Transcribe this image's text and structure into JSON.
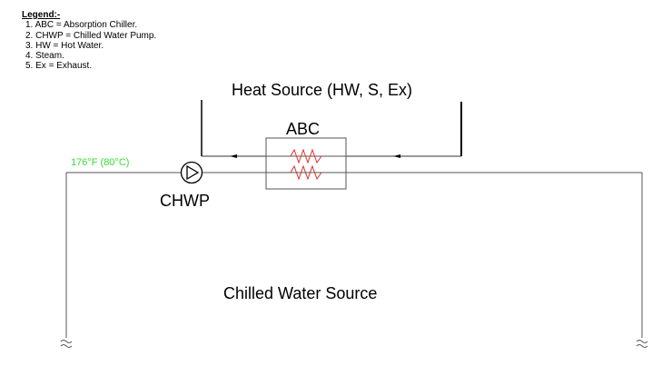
{
  "legend": {
    "title": "Legend:-",
    "items": [
      "1.  ABC = Absorption Chiller.",
      "2.  CHWP = Chilled Water Pump.",
      "3.  HW = Hot Water.",
      "4.  Steam.",
      "5.  Ex = Exhaust."
    ]
  },
  "heat_source": {
    "label": "Heat Source (HW, S, Ex)"
  },
  "chiller": {
    "label": "ABC"
  },
  "pump": {
    "label": "CHWP"
  },
  "temperature": {
    "label": "176°F (80°C)",
    "color": "#33dd33"
  },
  "chilled_water": {
    "label": "Chilled Water Source"
  },
  "colors": {
    "line": "#000000",
    "pipe": "#555555",
    "coil": "#e03030"
  }
}
